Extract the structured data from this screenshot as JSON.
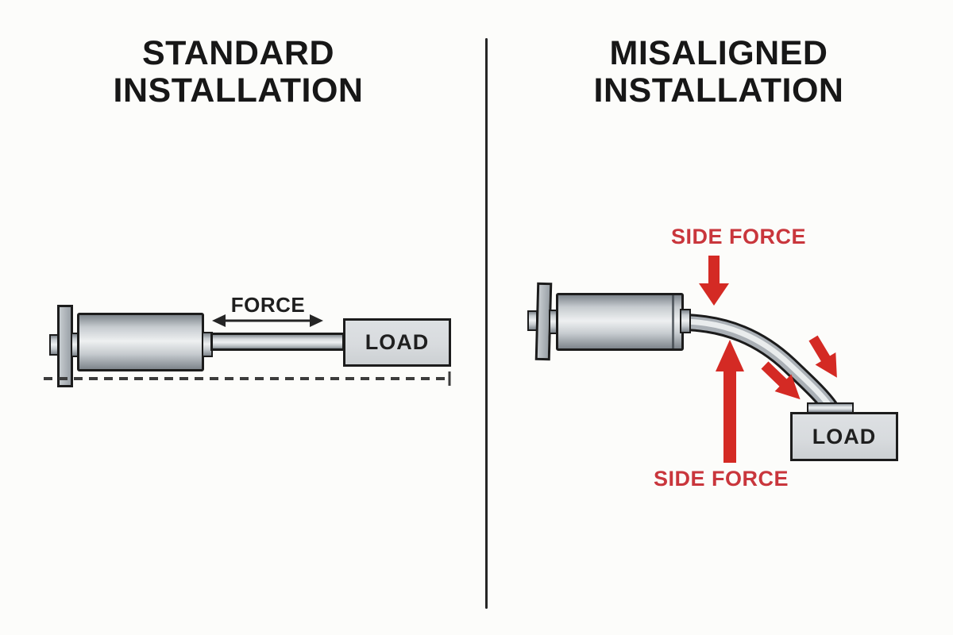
{
  "left_panel": {
    "title_line1": "STANDARD",
    "title_line2": "INSTALLATION",
    "force_label": "FORCE",
    "load_label": "LOAD"
  },
  "right_panel": {
    "title_line1": "MISALIGNED",
    "title_line2": "INSTALLATION",
    "side_force_top": "SIDE FORCE",
    "side_force_bottom": "SIDE FORCE",
    "load_label": "LOAD"
  },
  "icons": {
    "force_arrow": "double-headed-horizontal-arrow",
    "side_force_down": "red-down-arrow",
    "side_force_up": "red-up-arrow",
    "bend_arrows": "red-diagonal-down-right-arrows",
    "centerline": "dashed-axis-line-with-end-tick"
  },
  "colors": {
    "background": "#fcfcfa",
    "outline": "#1c1c1c",
    "title_ink": "#171717",
    "label_ink": "#1f1f1f",
    "metal_dark": "#7e858c",
    "metal_mid": "#c6cbcf",
    "metal_light": "#eef0f1",
    "load_fill": "#d8dbde",
    "dash_ink": "#3c3c3c",
    "accent_red": "#d42a24",
    "label_red": "#c9363c"
  }
}
